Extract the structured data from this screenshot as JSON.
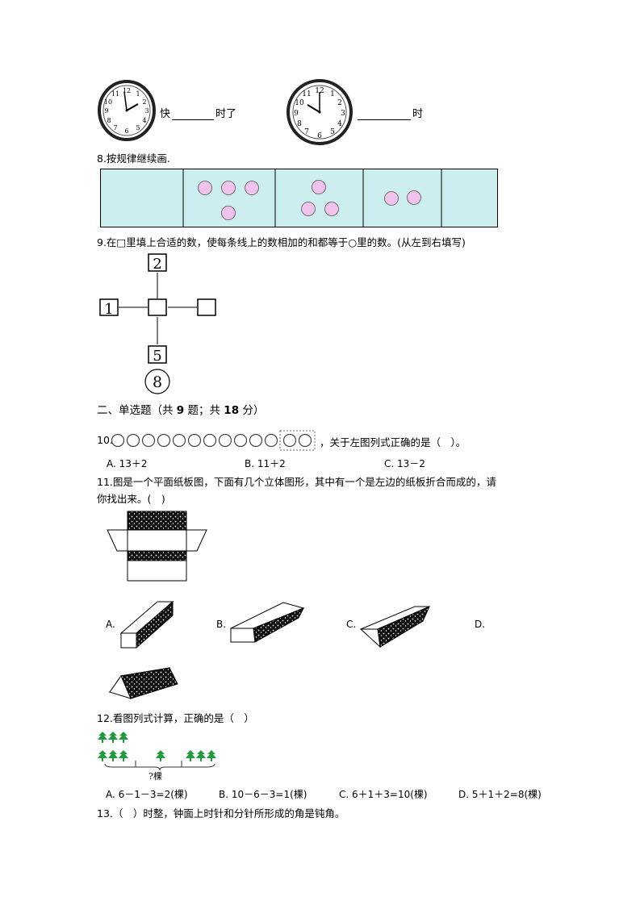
{
  "clock_row": {
    "left_prefix": "快",
    "left_suffix": "时了",
    "right_suffix": "时"
  },
  "q8": {
    "text": "8.按规律继续画."
  },
  "q9": {
    "text": "9.在□里填上合适的数，使每条线上的数相加的和都等于○里的数。(从左到右填写)",
    "top": "2",
    "left": "1",
    "bottom": "5",
    "circle": "8"
  },
  "section2": {
    "prefix": "二、单选题（共 ",
    "count": "9",
    "mid": " 题；共 ",
    "score": "18",
    "suffix": " 分）"
  },
  "q10": {
    "num": "10.",
    "text": "，关于左图列式正确的是（　）。",
    "options": [
      "A. 13＋2",
      "B. 11＋2",
      "C. 13－2"
    ]
  },
  "q11": {
    "text1": "11.图是一个平面纸板图，下面有几个立体图形，其中有一个是左边的纸板折合而成的，请",
    "text2": "你找出来。(　)",
    "options": [
      "A.",
      "B.",
      "C.",
      "D."
    ]
  },
  "q12": {
    "text": "12.看图列式计算，正确的是（　）",
    "brace_label": "?棵",
    "options": [
      "A. 6－1－3=2(棵)",
      "B. 10－6－3=1(棵)",
      "C. 6＋1＋3=10(棵)",
      "D. 5＋1＋2=8(棵)"
    ]
  },
  "q13": {
    "text": "13.（　）时整，钟面上时针和分针所形成的角是钝角。"
  }
}
